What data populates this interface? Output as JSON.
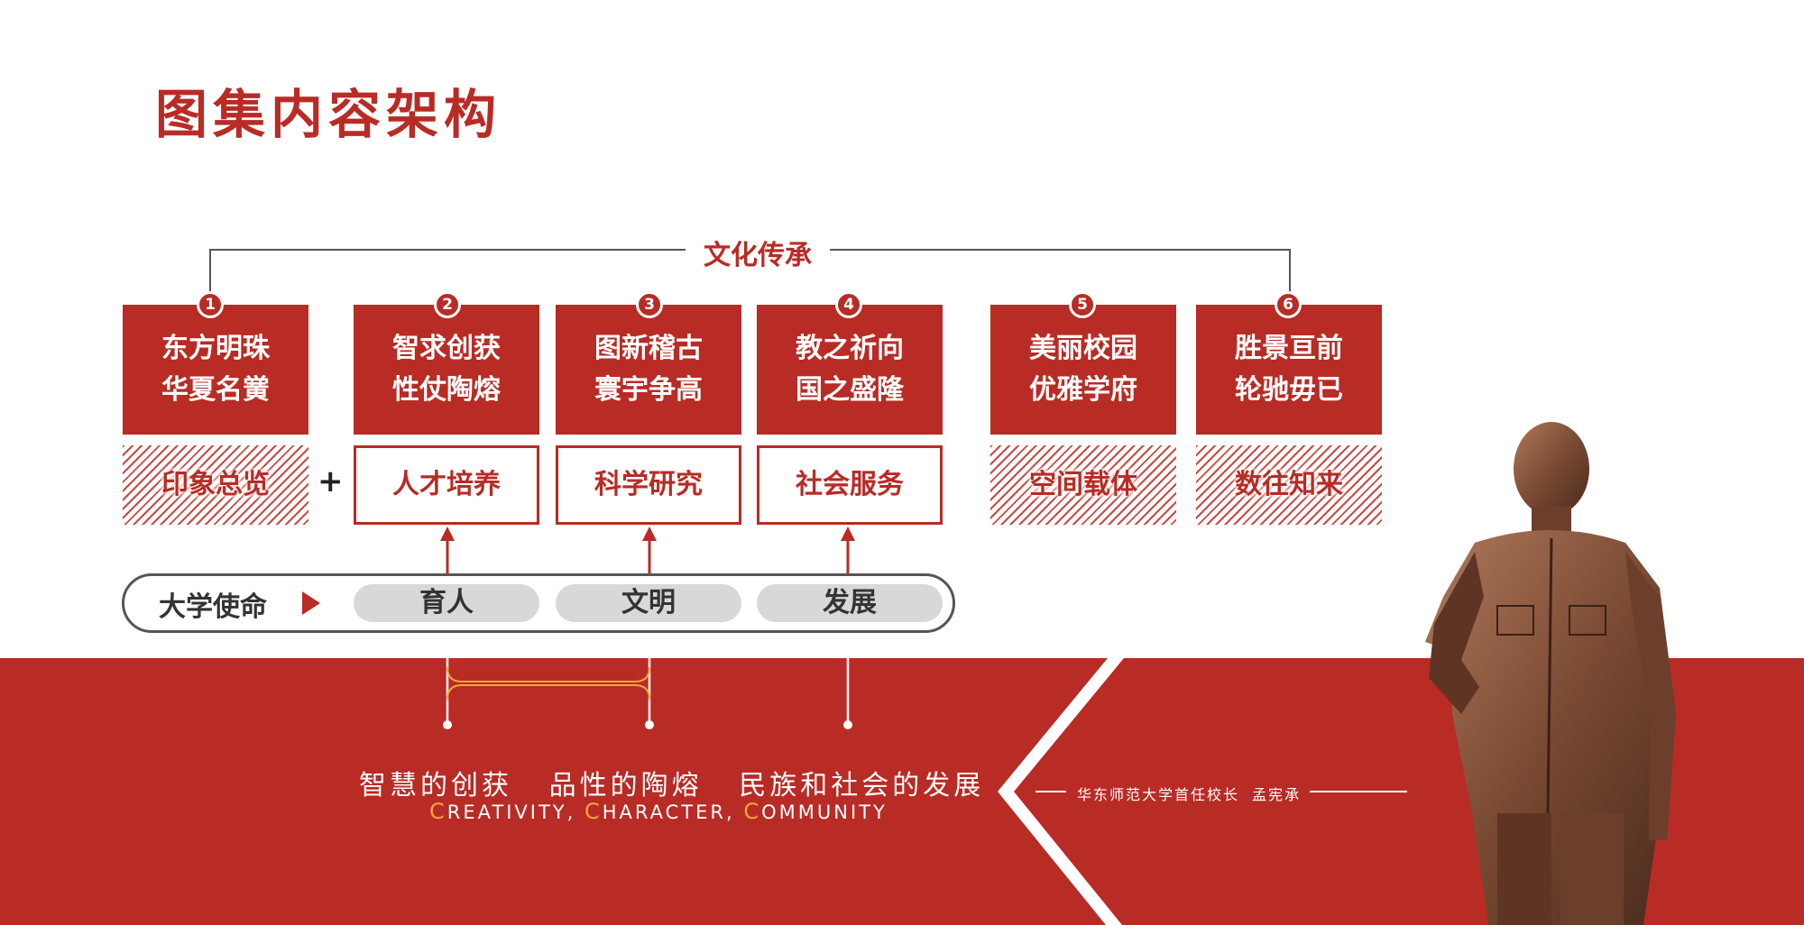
{
  "title": "图集内容架构",
  "top_bracket_label": "文化传承",
  "columns": [
    {
      "num": "1",
      "line1": "东方明珠",
      "line2": "华夏名黉",
      "category": "印象总览"
    },
    {
      "num": "2",
      "line1": "智求创获",
      "line2": "性仗陶熔",
      "category": "人才培养"
    },
    {
      "num": "3",
      "line1": "图新稽古",
      "line2": "寰宇争高",
      "category": "科学研究"
    },
    {
      "num": "4",
      "line1": "教之祈向",
      "line2": "国之盛隆",
      "category": "社会服务"
    },
    {
      "num": "5",
      "line1": "美丽校园",
      "line2": "优雅学府",
      "category": "空间载体"
    },
    {
      "num": "6",
      "line1": "胜景亘前",
      "line2": "轮驰毋已",
      "category": "数往知来"
    }
  ],
  "plus_sign": "+",
  "mission": {
    "label": "大学使命",
    "items": [
      "育人",
      "文明",
      "发展"
    ]
  },
  "values_zh": "智慧的创获   品性的陶熔   民族和社会的发展",
  "values_en": {
    "cap1": "C",
    "rest1": "REATIVITY, ",
    "cap2": "C",
    "rest2": "HARACTER, ",
    "cap3": "C",
    "rest3": "OMMUNITY"
  },
  "founder_caption": "华东师范大学首任校长  孟宪承",
  "colors": {
    "brand_red": "#b92b25",
    "accent_orange": "#f1a83a",
    "pill_gray": "#d8d8d8"
  }
}
